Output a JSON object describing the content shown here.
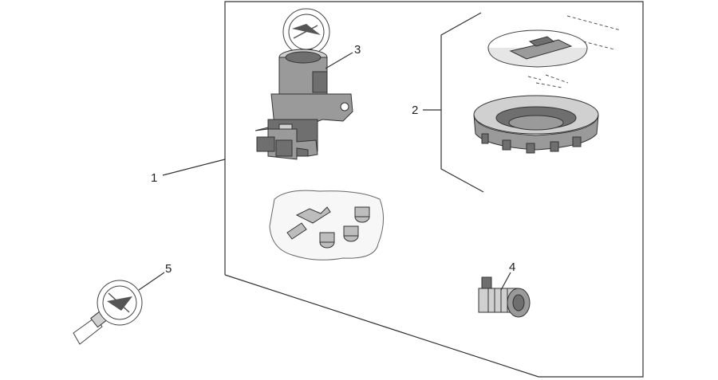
{
  "callouts": {
    "c1": "1",
    "c2": "2",
    "c3": "3",
    "c4": "4",
    "c5": "5"
  },
  "parts": [
    {
      "id": "1",
      "name": "lock-set"
    },
    {
      "id": "2",
      "name": "fuel-cap"
    },
    {
      "id": "3",
      "name": "ignition-switch"
    },
    {
      "id": "4",
      "name": "seat-lock"
    },
    {
      "id": "5",
      "name": "key"
    }
  ],
  "colors": {
    "line": "#333333",
    "part_mid": "#9a9a9a",
    "part_light": "#d0d0d0",
    "part_dark": "#6f6f6f"
  }
}
